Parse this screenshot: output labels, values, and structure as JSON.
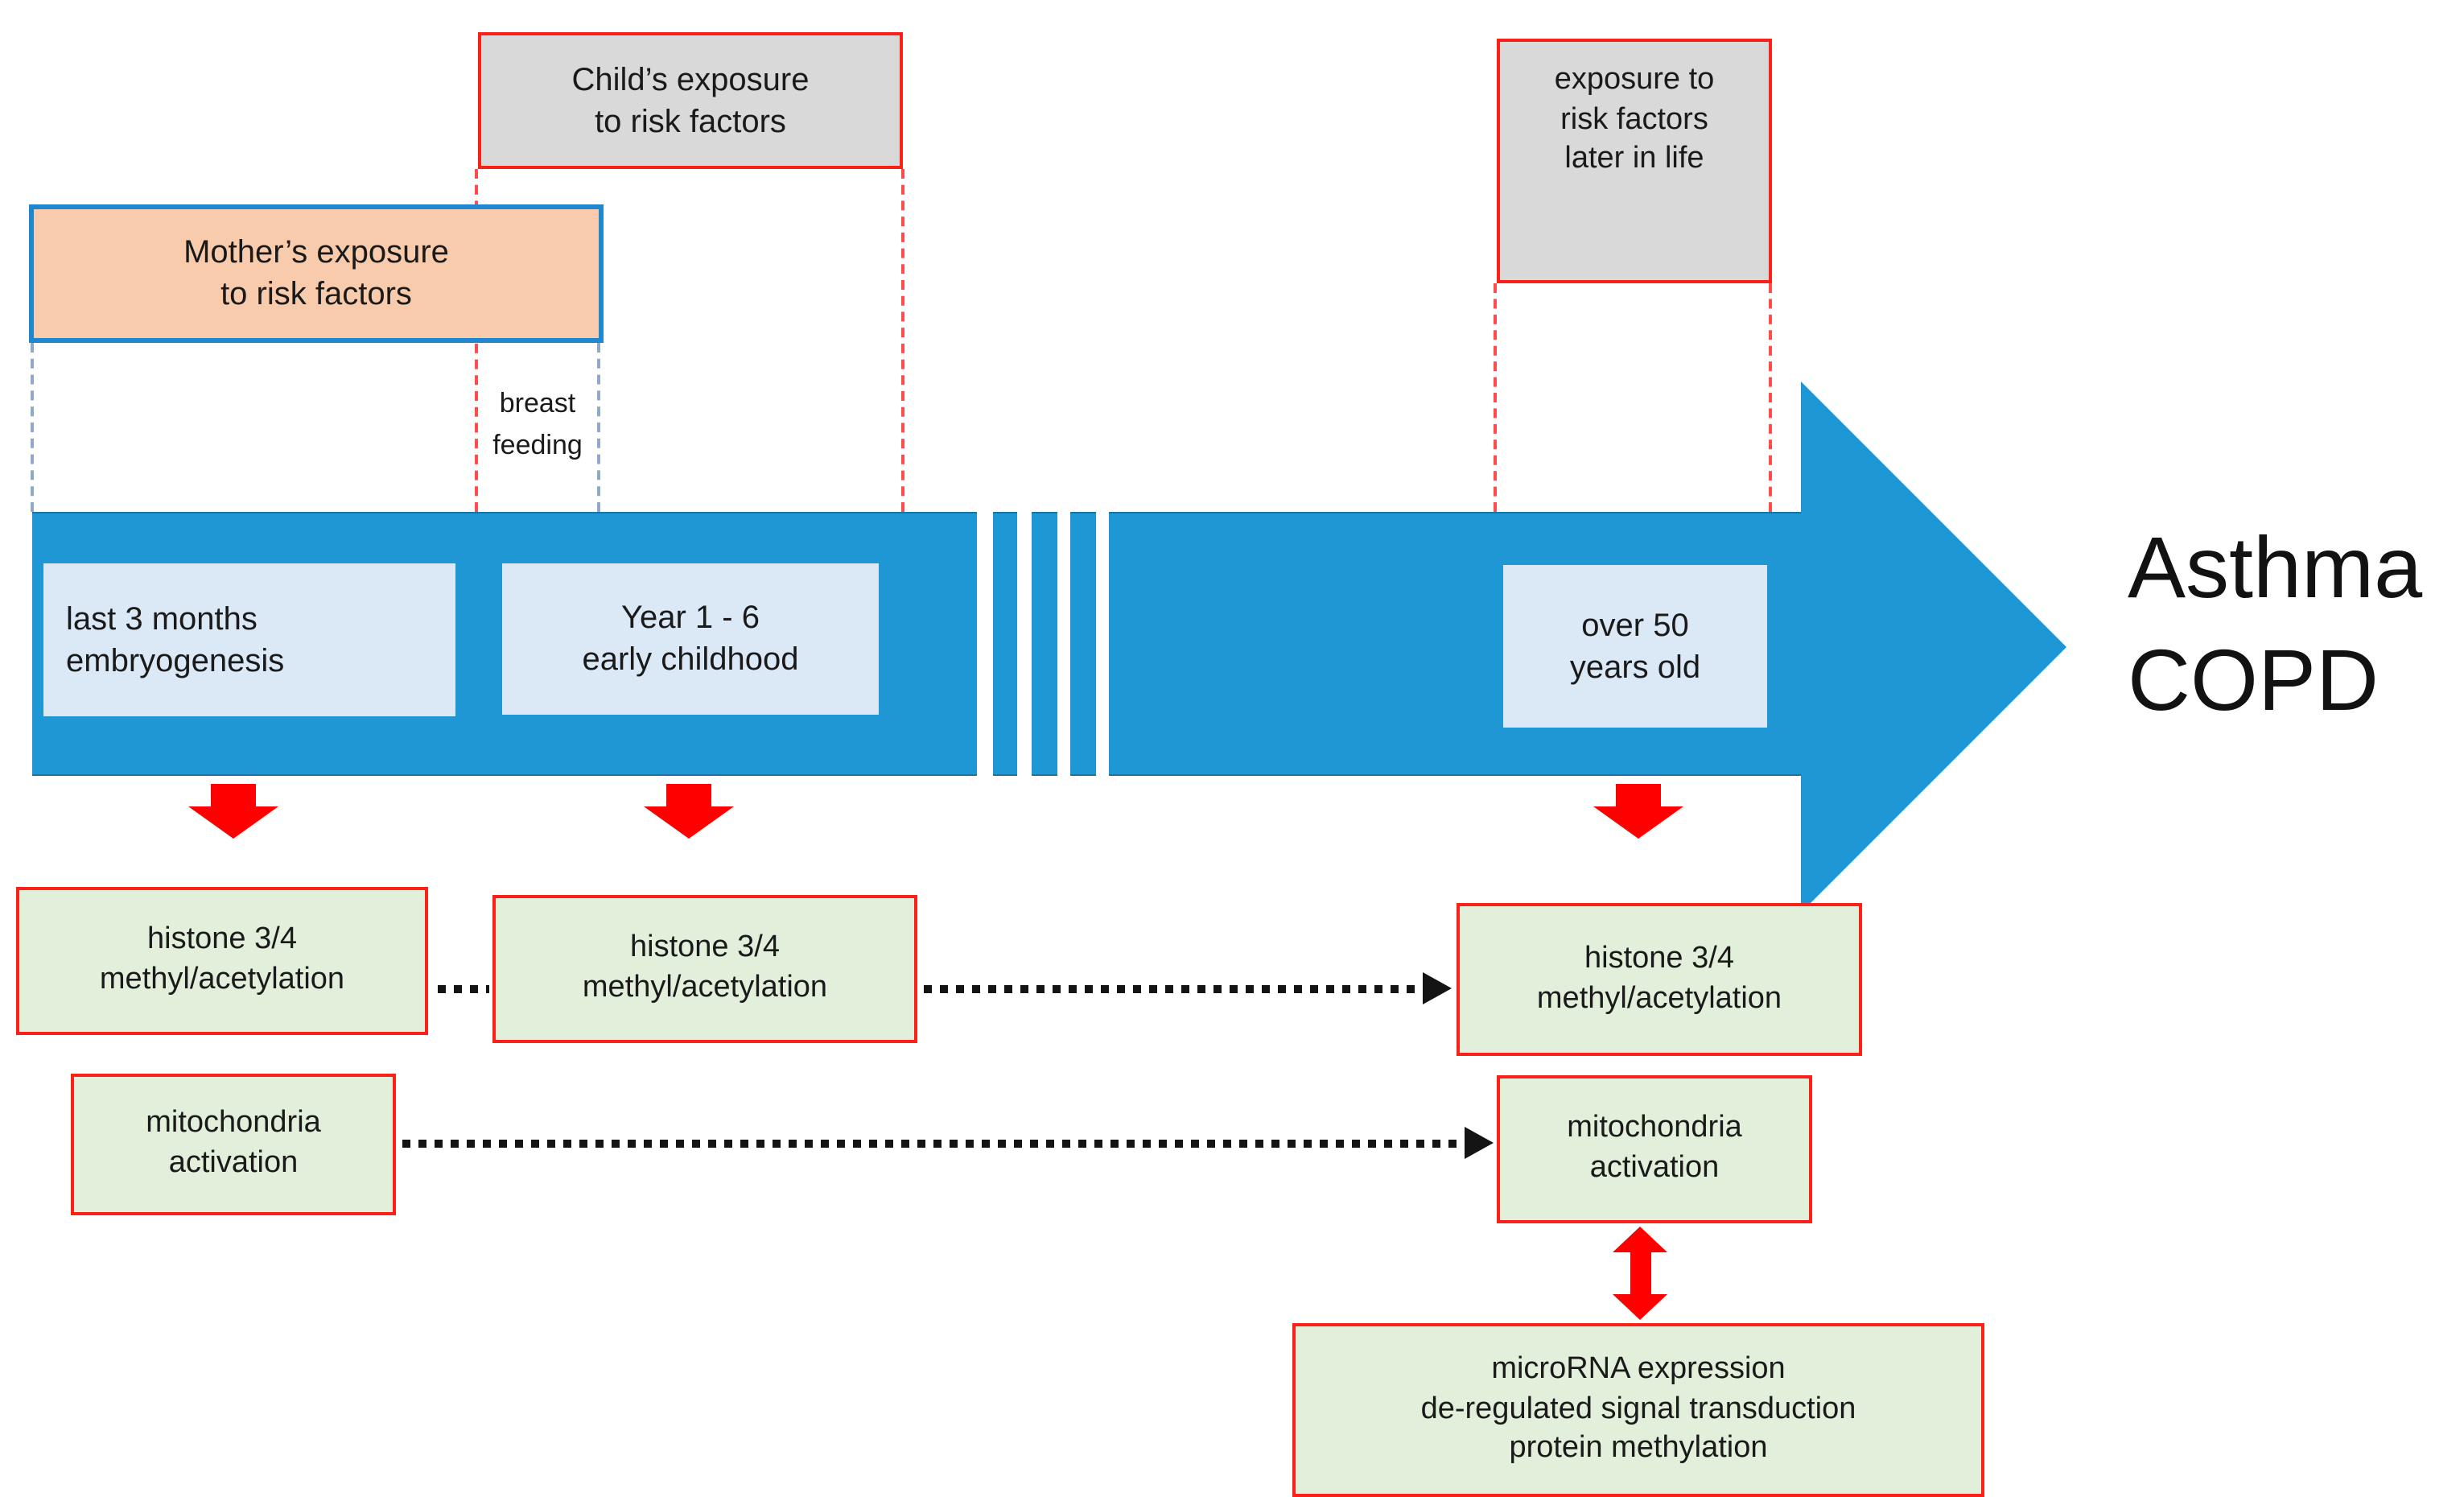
{
  "palette": {
    "band_blue": "#1f97d4",
    "band_light": "#dbe9f7",
    "mother_fill": "#f8cbad",
    "mother_border": "#1e87cf",
    "gray_fill": "#d9d9d9",
    "red_border": "#fb2018",
    "green_fill": "#e2efda",
    "arrow_red": "#fe0000",
    "dash_red": "#ff4d4d",
    "dash_blue": "#8fa9c9",
    "dot_black": "#141414",
    "text_dark": "#1a1a1a"
  },
  "top_labels": {
    "mother": {
      "line1": "Mother’s exposure",
      "line2": "to risk factors"
    },
    "child": {
      "line1": "Child’s exposure",
      "line2": "to risk factors"
    },
    "later": {
      "line1": "exposure to",
      "line2": "risk factors",
      "line3": "later in life"
    },
    "breast": {
      "line1": "breast",
      "line2": "feeding"
    }
  },
  "timeline": {
    "stage1": {
      "line1": "last 3 months",
      "line2": "embryogenesis"
    },
    "stage2": {
      "line1": "Year 1 - 6",
      "line2": "early childhood"
    },
    "stage3": {
      "line1": "over 50",
      "line2": "years old"
    }
  },
  "outcome": {
    "line1": "Asthma",
    "line2": "COPD"
  },
  "mechanisms": {
    "histone1": {
      "line1": "histone 3/4",
      "line2": "methyl/acetylation"
    },
    "histone2": {
      "line1": "histone 3/4",
      "line2": "methyl/acetylation"
    },
    "histone3": {
      "line1": "histone 3/4",
      "line2": "methyl/acetylation"
    },
    "mito1": {
      "line1": "mitochondria",
      "line2": "activation"
    },
    "mito2": {
      "line1": "mitochondria",
      "line2": "activation"
    },
    "microrna": {
      "line1": "microRNA expression",
      "line2": "de-regulated signal transduction",
      "line3": "protein methylation"
    }
  }
}
